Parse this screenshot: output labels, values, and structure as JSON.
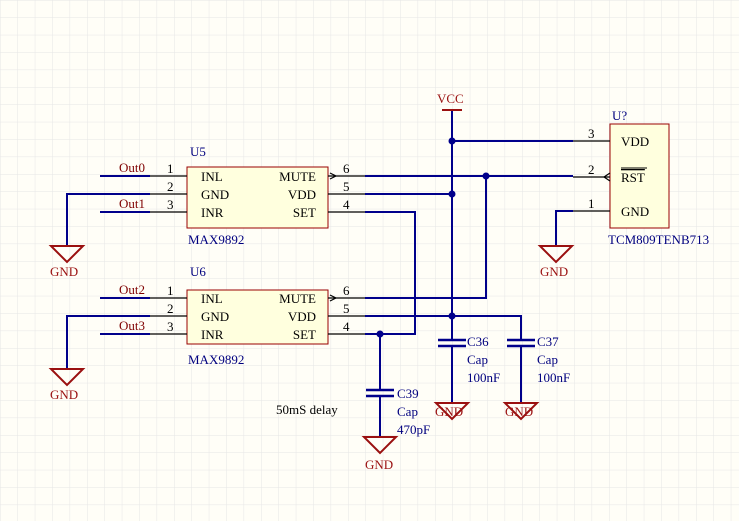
{
  "u5": {
    "ref": "U5",
    "part": "MAX9892",
    "pins_left": [
      {
        "num": "1",
        "name": "INL"
      },
      {
        "num": "2",
        "name": "GND"
      },
      {
        "num": "3",
        "name": "INR"
      }
    ],
    "pins_right": [
      {
        "num": "6",
        "name": "MUTE"
      },
      {
        "num": "5",
        "name": "VDD"
      },
      {
        "num": "4",
        "name": "SET"
      }
    ]
  },
  "u6": {
    "ref": "U6",
    "part": "MAX9892",
    "pins_left": [
      {
        "num": "1",
        "name": "INL"
      },
      {
        "num": "2",
        "name": "GND"
      },
      {
        "num": "3",
        "name": "INR"
      }
    ],
    "pins_right": [
      {
        "num": "6",
        "name": "MUTE"
      },
      {
        "num": "5",
        "name": "VDD"
      },
      {
        "num": "4",
        "name": "SET"
      }
    ]
  },
  "reset_ic": {
    "ref": "U?",
    "part": "TCM809TENB713",
    "pins": [
      {
        "num": "3",
        "name": "VDD"
      },
      {
        "num": "2",
        "name": "RST"
      },
      {
        "num": "1",
        "name": "GND"
      }
    ]
  },
  "nets": {
    "out0": "Out0",
    "out1": "Out1",
    "out2": "Out2",
    "out3": "Out3"
  },
  "power": {
    "vcc": "VCC",
    "gnd": "GND"
  },
  "caps": {
    "c36": {
      "ref": "C36",
      "type": "Cap",
      "value": "100nF"
    },
    "c37": {
      "ref": "C37",
      "type": "Cap",
      "value": "100nF"
    },
    "c39": {
      "ref": "C39",
      "type": "Cap",
      "value": "470pF"
    }
  },
  "note": "50mS delay",
  "colors": {
    "wire": "#00008b",
    "component_body": "#ffffde",
    "component_outline": "#9a0000",
    "power_symbol": "#9a1010",
    "grid": "#e6e6e6",
    "background": "#fffef7"
  }
}
